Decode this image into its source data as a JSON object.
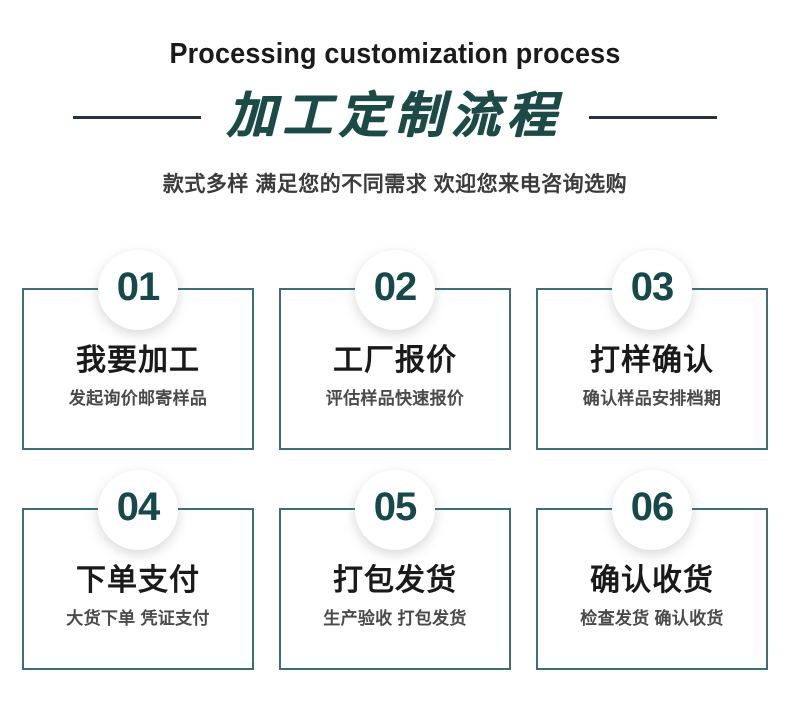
{
  "header": {
    "english_title": "Processing customization process",
    "chinese_title": "加工定制流程",
    "subtitle": "款式多样 满足您的不同需求 欢迎您来电咨询选购",
    "rule_color": "#2b3138",
    "chinese_title_color": "#1c4a47"
  },
  "theme": {
    "card_border": "#3f6f73",
    "number_color": "#17494a",
    "title_color": "#1a1a1a",
    "desc_color": "#4a4a4a",
    "background": "#ffffff"
  },
  "steps": [
    {
      "number": "01",
      "title": "我要加工",
      "desc": "发起询价邮寄样品"
    },
    {
      "number": "02",
      "title": "工厂报价",
      "desc": "评估样品快速报价"
    },
    {
      "number": "03",
      "title": "打样确认",
      "desc": "确认样品安排档期"
    },
    {
      "number": "04",
      "title": "下单支付",
      "desc": "大货下单 凭证支付"
    },
    {
      "number": "05",
      "title": "打包发货",
      "desc": "生产验收 打包发货"
    },
    {
      "number": "06",
      "title": "确认收货",
      "desc": "检查发货 确认收货"
    }
  ]
}
